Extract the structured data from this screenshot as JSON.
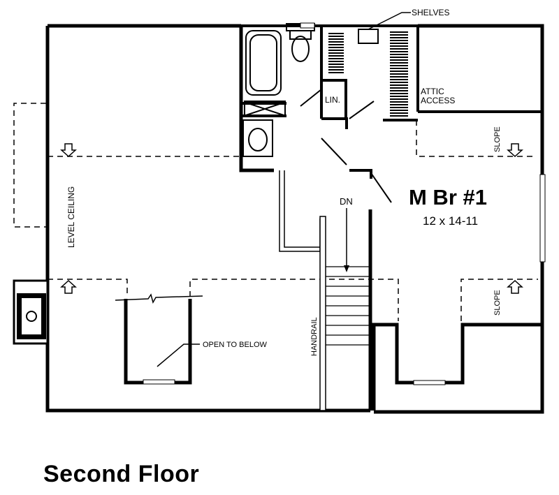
{
  "floor_title": "Second Floor",
  "labels": {
    "shelves": "SHELVES",
    "attic_access_line1": "ATTIC",
    "attic_access_line2": "ACCESS",
    "linen": "LIN.",
    "slope_upper": "SLOPE",
    "slope_lower": "SLOPE",
    "level_ceiling": "LEVEL CEILING",
    "down": "DN",
    "room_name": "M Br #1",
    "room_size": "12 x 14-11",
    "open_to_below": "OPEN TO BELOW",
    "handrail": "HANDRAIL"
  }
}
